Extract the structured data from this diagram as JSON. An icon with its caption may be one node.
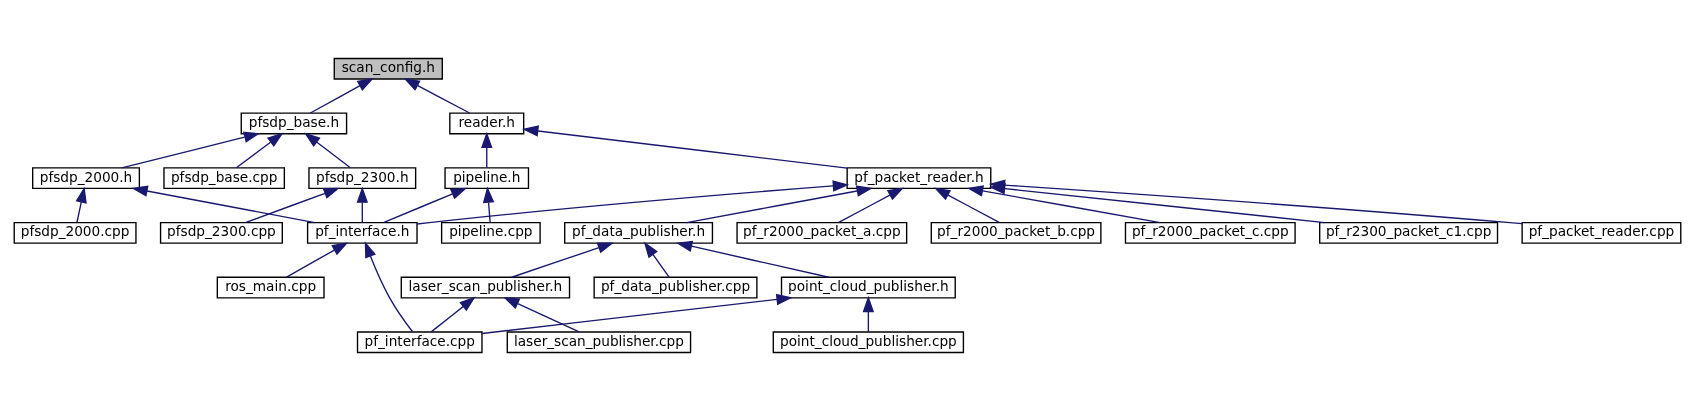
{
  "diagram": {
    "nodes": [
      {
        "text": [
          "scan_config.h"
        ]
      },
      {
        "text": [
          "pfsdp_base.h"
        ]
      },
      {
        "text": [
          "reader.h"
        ]
      },
      {
        "text": [
          "pfsdp_2300.h"
        ]
      },
      {
        "text": [
          "pfsdp_2000.h"
        ]
      },
      {
        "text": [
          "pfsdp_base.cpp"
        ]
      },
      {
        "text": [
          "pipeline.h"
        ]
      },
      {
        "text": [
          "pf_packet_reader.h"
        ]
      },
      {
        "text": [
          "pfsdp_2300.cpp"
        ]
      },
      {
        "text": [
          "pfsdp_2000.cpp"
        ]
      },
      {
        "text": [
          "pf_interface.h"
        ]
      },
      {
        "text": [
          "pipeline.cpp"
        ]
      },
      {
        "text": [
          "pf_packet_reader.cpp"
        ]
      },
      {
        "text": [
          "pf_data_publisher.h"
        ]
      },
      {
        "text": [
          "pf_r2000_packet_a.cpp"
        ]
      },
      {
        "text": [
          "pf_r2000_packet_b.cpp"
        ]
      },
      {
        "text": [
          "pf_r2000_packet_c.cpp"
        ]
      },
      {
        "text": [
          "pf_r2300_packet_c1.cpp"
        ]
      },
      {
        "text": [
          "ros_main.cpp"
        ]
      },
      {
        "text": [
          "point_cloud_publisher.h"
        ]
      },
      {
        "text": [
          "pf_data_publisher.cpp"
        ]
      },
      {
        "text": [
          "laser_scan_publisher.h"
        ]
      },
      {
        "text": [
          "pf_interface.cpp"
        ]
      },
      {
        "text": [
          "point_cloud_publisher.cpp"
        ]
      },
      {
        "text": [
          "laser_scan_publisher.cpp"
        ]
      }
    ],
    "edges": [
      {
        "from": 1,
        "to": 0,
        "arrow": "to"
      },
      {
        "from": 2,
        "to": 0,
        "arrow": "to"
      },
      {
        "from": 3,
        "to": 1,
        "arrow": "to"
      },
      {
        "from": 4,
        "to": 1,
        "arrow": "to"
      },
      {
        "from": 5,
        "to": 1,
        "arrow": "to"
      },
      {
        "from": 6,
        "to": 2,
        "arrow": "to"
      },
      {
        "from": 7,
        "to": 2,
        "arrow": "to"
      },
      {
        "from": 8,
        "to": 3,
        "arrow": "to"
      },
      {
        "from": 10,
        "to": 3,
        "arrow": "to"
      },
      {
        "from": 9,
        "to": 4,
        "arrow": "to"
      },
      {
        "from": 10,
        "to": 4,
        "arrow": "to"
      },
      {
        "from": 10,
        "to": 6,
        "arrow": "to"
      },
      {
        "from": 11,
        "to": 6,
        "arrow": "to"
      },
      {
        "from": 10,
        "to": 7,
        "arrow": "to"
      },
      {
        "from": 12,
        "to": 7,
        "arrow": "to"
      },
      {
        "from": 13,
        "to": 7,
        "arrow": "to"
      },
      {
        "from": 14,
        "to": 7,
        "arrow": "to"
      },
      {
        "from": 15,
        "to": 7,
        "arrow": "to"
      },
      {
        "from": 16,
        "to": 7,
        "arrow": "to"
      },
      {
        "from": 17,
        "to": 7,
        "arrow": "to"
      },
      {
        "from": 18,
        "to": 10,
        "arrow": "to"
      },
      {
        "from": 22,
        "to": 10,
        "arrow": "to"
      },
      {
        "from": 19,
        "to": 13,
        "arrow": "to"
      },
      {
        "from": 20,
        "to": 13,
        "arrow": "to"
      },
      {
        "from": 21,
        "to": 13,
        "arrow": "to"
      },
      {
        "from": 22,
        "to": 19,
        "arrow": "to"
      },
      {
        "from": 23,
        "to": 19,
        "arrow": "to"
      },
      {
        "from": 22,
        "to": 21,
        "arrow": "to"
      },
      {
        "from": 24,
        "to": 21,
        "arrow": "to"
      }
    ]
  }
}
